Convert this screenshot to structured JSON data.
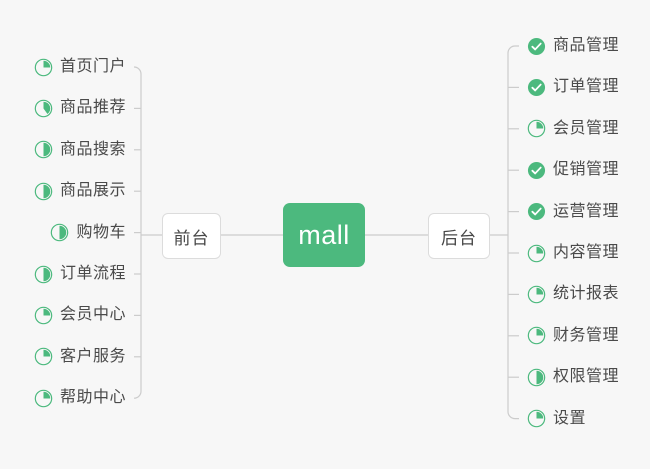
{
  "diagram": {
    "type": "mind-map",
    "title": "mall",
    "background_color": "#f7f7f7",
    "accent_color": "#4cb97e",
    "line_color": "#cccccc",
    "text_color": "#4a4a4a"
  },
  "center": {
    "label": "mall"
  },
  "branches": [
    {
      "id": "front",
      "label": "前台",
      "side": "left"
    },
    {
      "id": "back",
      "label": "后台",
      "side": "right"
    }
  ],
  "front_items": [
    {
      "label": "首页门户",
      "icon": "pie-quarter-icon",
      "progress": 25
    },
    {
      "label": "商品推荐",
      "icon": "pie-two-fifths-icon",
      "progress": 40
    },
    {
      "label": "商品搜索",
      "icon": "pie-half-icon",
      "progress": 50
    },
    {
      "label": "商品展示",
      "icon": "pie-half-icon",
      "progress": 50
    },
    {
      "label": "购物车",
      "icon": "pie-half-icon",
      "progress": 50
    },
    {
      "label": "订单流程",
      "icon": "pie-half-icon",
      "progress": 50
    },
    {
      "label": "会员中心",
      "icon": "pie-quarter-icon",
      "progress": 25
    },
    {
      "label": "客户服务",
      "icon": "pie-quarter-icon",
      "progress": 25
    },
    {
      "label": "帮助中心",
      "icon": "pie-quarter-icon",
      "progress": 25
    }
  ],
  "back_items": [
    {
      "label": "商品管理",
      "icon": "check-circle-icon",
      "progress": 100
    },
    {
      "label": "订单管理",
      "icon": "check-circle-icon",
      "progress": 100
    },
    {
      "label": "会员管理",
      "icon": "pie-quarter-icon",
      "progress": 25
    },
    {
      "label": "促销管理",
      "icon": "check-circle-icon",
      "progress": 100
    },
    {
      "label": "运营管理",
      "icon": "check-circle-icon",
      "progress": 100
    },
    {
      "label": "内容管理",
      "icon": "pie-quarter-icon",
      "progress": 25
    },
    {
      "label": "统计报表",
      "icon": "pie-quarter-icon",
      "progress": 25
    },
    {
      "label": "财务管理",
      "icon": "pie-quarter-icon",
      "progress": 25
    },
    {
      "label": "权限管理",
      "icon": "pie-half-icon",
      "progress": 50
    },
    {
      "label": "设置",
      "icon": "pie-quarter-icon",
      "progress": 25
    }
  ]
}
